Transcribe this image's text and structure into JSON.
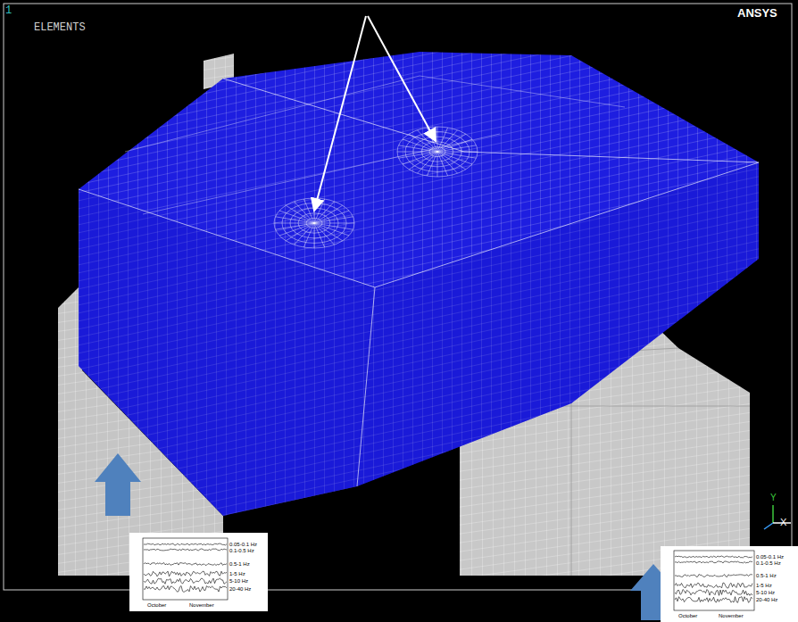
{
  "diagram": {
    "labels": [
      "1",
      "ELEMENTS",
      "ANSYS",
      "Y",
      "X",
      "0.05-0.1 Hz",
      "0.1-0.5 Hz",
      "0.5-1 Hz",
      "1-5 Hz",
      "5-10 Hz",
      "20-40 Hz",
      "October",
      "November",
      "0.05-0.1 Hz",
      "0.1-0.5 Hz",
      "0.5-1 Hz",
      "1-5 Hz",
      "5-10 Hz",
      "20-40 Hz",
      "October",
      "November"
    ]
  }
}
